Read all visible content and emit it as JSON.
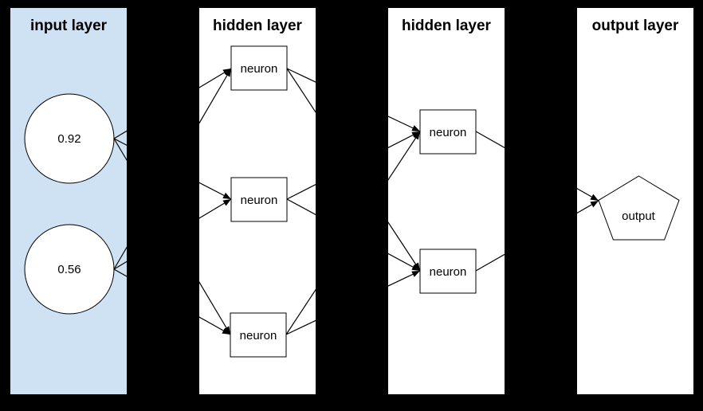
{
  "canvas": {
    "background_color": "#000000",
    "panel_default_color": "#ffffff",
    "stroke_color": "#000000"
  },
  "layers": [
    {
      "title": "input layer",
      "fill_color": "#cfe2f3",
      "nodes": [
        {
          "id": "input-1",
          "shape": "circle",
          "label": "0.92"
        },
        {
          "id": "input-2",
          "shape": "circle",
          "label": "0.56"
        }
      ]
    },
    {
      "title": "hidden layer",
      "fill_color": "#ffffff",
      "nodes": [
        {
          "id": "hidden1-1",
          "shape": "rectangle",
          "label": "neuron"
        },
        {
          "id": "hidden1-2",
          "shape": "rectangle",
          "label": "neuron"
        },
        {
          "id": "hidden1-3",
          "shape": "rectangle",
          "label": "neuron"
        }
      ]
    },
    {
      "title": "hidden layer",
      "fill_color": "#ffffff",
      "nodes": [
        {
          "id": "hidden2-1",
          "shape": "rectangle",
          "label": "neuron"
        },
        {
          "id": "hidden2-2",
          "shape": "rectangle",
          "label": "neuron"
        }
      ]
    },
    {
      "title": "output layer",
      "fill_color": "#ffffff",
      "nodes": [
        {
          "id": "output-1",
          "shape": "pentagon",
          "label": "output"
        }
      ]
    }
  ],
  "edges": [
    {
      "from": "input-1",
      "to": "hidden1-1"
    },
    {
      "from": "input-1",
      "to": "hidden1-2"
    },
    {
      "from": "input-1",
      "to": "hidden1-3"
    },
    {
      "from": "input-2",
      "to": "hidden1-1"
    },
    {
      "from": "input-2",
      "to": "hidden1-2"
    },
    {
      "from": "input-2",
      "to": "hidden1-3"
    },
    {
      "from": "hidden1-1",
      "to": "hidden2-1"
    },
    {
      "from": "hidden1-1",
      "to": "hidden2-2"
    },
    {
      "from": "hidden1-2",
      "to": "hidden2-1"
    },
    {
      "from": "hidden1-2",
      "to": "hidden2-2"
    },
    {
      "from": "hidden1-3",
      "to": "hidden2-1"
    },
    {
      "from": "hidden1-3",
      "to": "hidden2-2"
    },
    {
      "from": "hidden2-1",
      "to": "output-1"
    },
    {
      "from": "hidden2-2",
      "to": "output-1"
    }
  ]
}
